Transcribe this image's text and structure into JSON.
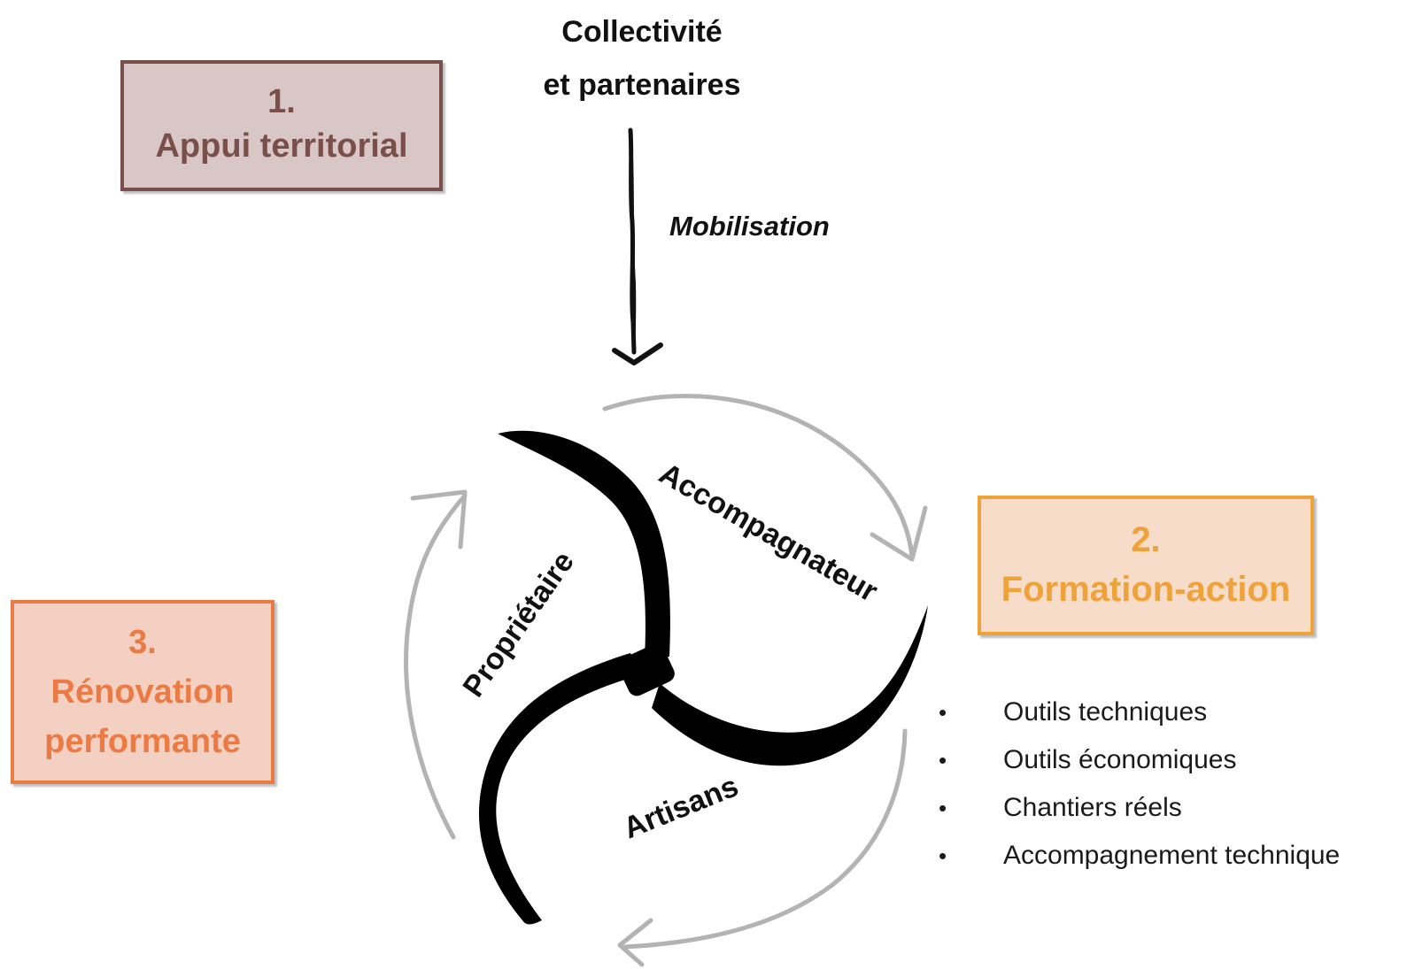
{
  "top_actor": {
    "line1": "Collectivité",
    "line2": "et partenaires"
  },
  "arrow_label": "Mobilisation",
  "steps": [
    {
      "number": "1.",
      "label": "Appui territorial",
      "color": "#7a4f4a",
      "fill": "#d9c7c7"
    },
    {
      "number": "2.",
      "label": "Formation-action",
      "color": "#f0a23a",
      "fill": "#f6dcc9"
    },
    {
      "number": "3.",
      "label_line1": "Rénovation",
      "label_line2": "performante",
      "color": "#ec7a43",
      "fill": "#f3d0c2"
    }
  ],
  "actors": {
    "owner": "Propriétaire",
    "advisor": "Accompagnateur",
    "craftsmen": "Artisans"
  },
  "formation_items": [
    "Outils techniques",
    "Outils économiques",
    "Chantiers réels",
    "Accompagnement technique"
  ],
  "bullet_symbol": "•",
  "colors": {
    "cycle_arrows": "#b3b3b3",
    "spiral": "#000000",
    "text": "#111111"
  }
}
